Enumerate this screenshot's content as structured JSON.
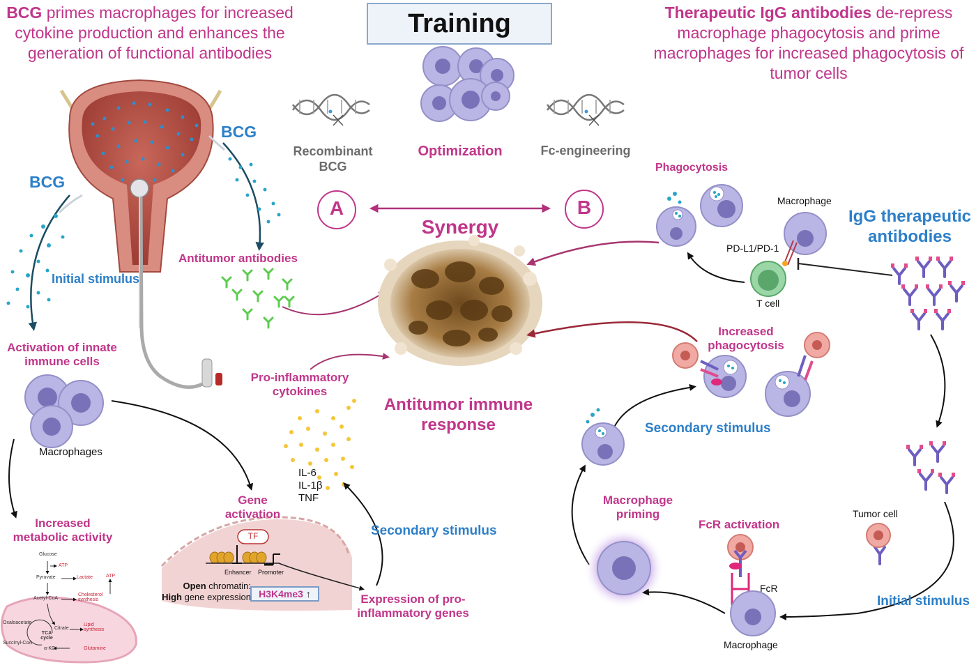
{
  "header": {
    "left_bold": "BCG",
    "left_rest": " primes macrophages for increased cytokine production and enhances the generation of functional antibodies",
    "right_bold": "Therapeutic IgG antibodies",
    "right_rest": " de-repress macrophage phagocytosis and prime macrophages for increased phagocytosis of tumor cells"
  },
  "center": {
    "training": "Training",
    "recombinant": "Recombinant BCG",
    "optimization": "Optimization",
    "fc_engineering": "Fc-engineering",
    "label_a": "A",
    "label_b": "B",
    "synergy": "Synergy",
    "antitumor_response": "Antitumor immune response"
  },
  "left_panel": {
    "bcg_left": "BCG",
    "bcg_right": "BCG",
    "initial_stimulus": "Initial stimulus",
    "antitumor_antibodies": "Antitumor antibodies",
    "activation": "Activation of innate immune cells",
    "macrophages": "Macrophages",
    "increased_metabolic": "Increased metabolic activity",
    "gene_activation": "Gene activation",
    "pro_inflammatory_cytokines": "Pro-inflammatory cytokines",
    "secondary_stimulus": "Secondary stimulus",
    "expression_genes": "Expression of pro-inflammatory genes",
    "il6": "IL-6",
    "il1b": "IL-1β",
    "tnf": "TNF",
    "tf": "TF",
    "enhancer": "Enhancer",
    "promoter": "Promoter",
    "open_bold": "Open",
    "open_rest": " chromatin:",
    "high_bold": "High",
    "high_rest": " gene expression",
    "h3k4me3": "H3K4me3"
  },
  "metabolism": {
    "glucose": "Glucose",
    "atp1": "ATP",
    "pyruvate": "Pyruvate",
    "lactate": "Lactate",
    "atp2": "ATP",
    "acetyl_coa": "Acetyl-CoA",
    "cholesterol": "Cholesterol synthesis",
    "oxaloacetate": "Oxaloacetate",
    "citrate": "Citrate",
    "lipid": "Lipid synthesis",
    "tca": "TCA cycle",
    "succinyl": "Succinyl-CoA",
    "akg": "α-KG",
    "glutamine": "Glutamine"
  },
  "right_panel": {
    "phagocytosis": "Phagocytosis",
    "macrophage_top": "Macrophage",
    "igg": "IgG therapeutic antibodies",
    "pdl1": "PD-L1/PD-1",
    "t_cell": "T cell",
    "increased_phagocytosis": "Increased phagocytosis",
    "secondary_stimulus": "Secondary stimulus",
    "macrophage_priming": "Macrophage priming",
    "fcr_activation": "FcR activation",
    "tumor_cell": "Tumor cell",
    "fcr": "FcR",
    "initial_stimulus": "Initial stimulus",
    "macrophage_bottom": "Macrophage"
  },
  "colors": {
    "magenta": "#c0368a",
    "blue": "#2d7fc8",
    "macrophage": "#b9b5e4",
    "nucleus": "#7a72b8",
    "tumor": "#8a6a3a"
  }
}
